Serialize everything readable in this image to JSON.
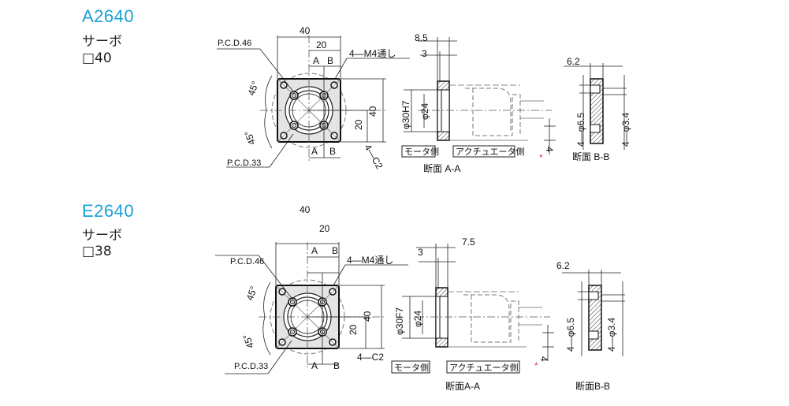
{
  "sections": [
    {
      "model": "A2640",
      "type": "サーボ",
      "size": "□40",
      "front": {
        "width": "40",
        "half": "20",
        "a": "A",
        "b": "B",
        "holes": "4—M4通し",
        "pcd_outer": "P.C.D.46",
        "pcd_inner": "P.C.D.33",
        "angle1": "45°",
        "angle2": "45°",
        "height": "40",
        "half_h": "20",
        "chamfer": "4—C2"
      },
      "side": {
        "dim1": "8.5",
        "dim2": "3",
        "bore": "φ30H7",
        "inner": "φ24",
        "motor_side": "モータ側",
        "actuator_side": "アクチュエータ側",
        "note_mark": "*",
        "note_dim": "4",
        "section_label": "断面 A-A"
      },
      "section_b": {
        "thickness": "6.2",
        "cbore": "4—φ6.5",
        "hole": "4—φ3.4",
        "section_label": "断面 B-B"
      }
    },
    {
      "model": "E2640",
      "type": "サーボ",
      "size": "□38",
      "front": {
        "width": "40",
        "half": "20",
        "a": "A",
        "b": "B",
        "holes": "4—M4通し",
        "pcd_outer": "P.C.D.46",
        "pcd_inner": "P.C.D.33",
        "angle1": "45°",
        "angle2": "45°",
        "height": "40",
        "half_h": "20",
        "chamfer": "4—C2"
      },
      "side": {
        "dim1": "7.5",
        "dim2": "3",
        "bore": "φ30F7",
        "inner": "φ24",
        "motor_side": "モータ側",
        "actuator_side": "アクチュエータ側",
        "note_mark": "*",
        "note_dim": "4",
        "section_label": "断面A-A"
      },
      "section_b": {
        "thickness": "6.2",
        "cbore": "4—φ6.5",
        "hole": "4—φ3.4",
        "section_label": "断面B-B"
      }
    }
  ]
}
